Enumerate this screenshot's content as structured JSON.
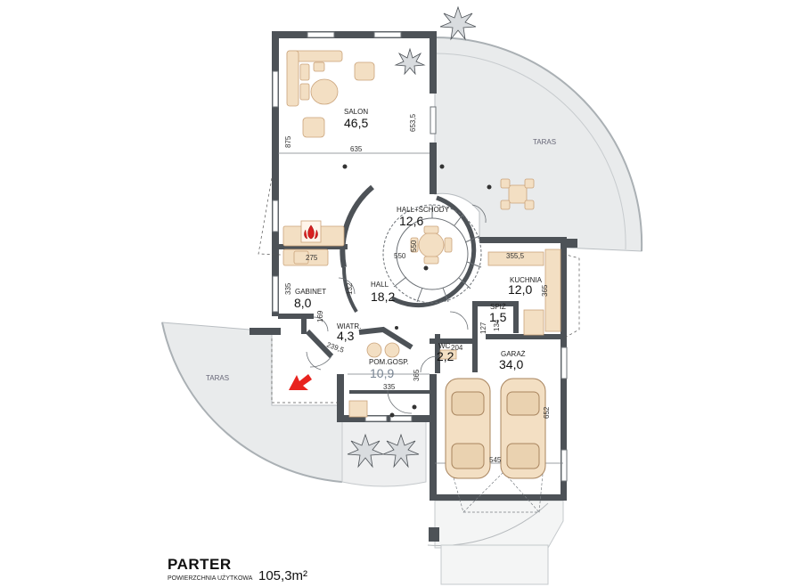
{
  "floor": {
    "title": "PARTER",
    "subtitle": "POWIERZCHNIA UŻYTKOWA",
    "total_area": "105,3m²"
  },
  "rooms": [
    {
      "name": "SALON",
      "area": "46,5"
    },
    {
      "name": "HALL+SCHODY",
      "area": "12,6"
    },
    {
      "name": "HALL",
      "area": "18,2"
    },
    {
      "name": "GABINET",
      "area": "8,0"
    },
    {
      "name": "KUCHNIA",
      "area": "12,0"
    },
    {
      "name": "SPIŻ",
      "area": "1,5"
    },
    {
      "name": "WIATR.",
      "area": "4,3"
    },
    {
      "name": "WC",
      "area": "2,2"
    },
    {
      "name": "POM.GOSP.",
      "area": "10,9"
    },
    {
      "name": "GARAŻ",
      "area": "34,0"
    }
  ],
  "terraces": [
    "TARAS",
    "TARAS"
  ],
  "dimensions": [
    "635",
    "653,5",
    "875",
    "550",
    "550",
    "275",
    "335",
    "132",
    "169",
    "239,5",
    "355,5",
    "365",
    "127",
    "134",
    "204",
    "335",
    "365",
    "545",
    "652"
  ],
  "colors": {
    "wall": "#4d5257",
    "furniture": "#f3dfc3",
    "furniture_edge": "#caa37a",
    "terrace_fill": "#e9ebec",
    "entrance_arrow": "#e8231e"
  }
}
